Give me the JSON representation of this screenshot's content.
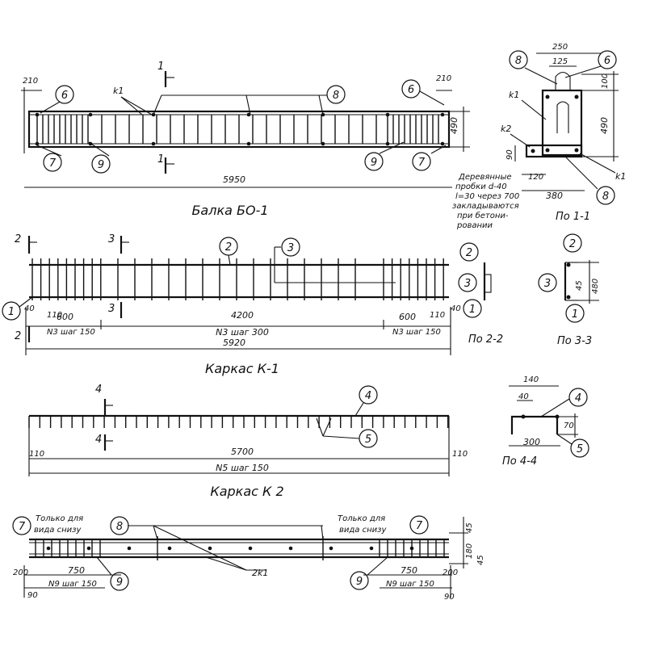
{
  "beam": {
    "title": "Балка БО-1",
    "dim_length": "5950",
    "dim_end_left": "210",
    "dim_end_right": "210",
    "dim_height": "490",
    "label_k1": "k1",
    "section_mark": "1",
    "note": [
      "Деревянные",
      "пробки d-40",
      "l=30 через 700",
      "закладываются",
      "при бетони-",
      "ровании"
    ],
    "callouts": {
      "c6": "6",
      "c7": "7",
      "c8": "8",
      "c9": "9"
    }
  },
  "section_1_1": {
    "title": "По 1-1",
    "dim_top": "250",
    "dim_inner": "125",
    "dim_100": "100",
    "dim_490": "490",
    "dim_90": "90",
    "dim_120": "120",
    "dim_380": "380",
    "label_k1a": "k1",
    "label_k2": "k2",
    "label_k1b": "k1"
  },
  "frame_k1": {
    "title": "Каркас К-1",
    "dim_total": "5920",
    "dim_left": "600",
    "dim_mid": "4200",
    "dim_right": "600",
    "dim_110a": "110",
    "dim_110b": "110",
    "dim_40": "40",
    "dim_40r": "40",
    "pitch_left": "N3 шаг 150",
    "pitch_mid": "N3 шаг 300",
    "pitch_right": "N3 шаг 150",
    "mark2": "2",
    "mark3": "3",
    "callouts": {
      "c1": "1",
      "c2": "2",
      "c3": "3"
    }
  },
  "section_2_2": {
    "title": "По 2-2"
  },
  "section_3_3": {
    "title": "По 3-3",
    "dim_480": "480",
    "dim_45": "45"
  },
  "frame_k2": {
    "title": "Каркас К 2",
    "dim_inner": "5700",
    "dim_end_left": "110",
    "dim_end_right": "110",
    "pitch": "N5 шаг 150",
    "mark4": "4",
    "callouts": {
      "c4": "4",
      "c5": "5"
    }
  },
  "section_4_4": {
    "title": "По 4-4",
    "dim_140": "140",
    "dim_40": "40",
    "dim_70": "70",
    "dim_300": "300"
  },
  "plan": {
    "note_left": [
      "Только для",
      "вида снизу"
    ],
    "note_right": [
      "Только для",
      "вида снизу"
    ],
    "dim_200a": "200",
    "dim_200b": "200",
    "dim_750a": "750",
    "dim_750b": "750",
    "dim_90a": "90",
    "dim_90b": "90",
    "pitch_left": "N9 шаг 150",
    "pitch_right": "N9 шаг 150",
    "label_2k1": "2k1",
    "dims_right": [
      "45",
      "180",
      "45"
    ],
    "callouts": {
      "c7a": "7",
      "c7b": "7",
      "c8": "8",
      "c9a": "9",
      "c9b": "9"
    }
  }
}
